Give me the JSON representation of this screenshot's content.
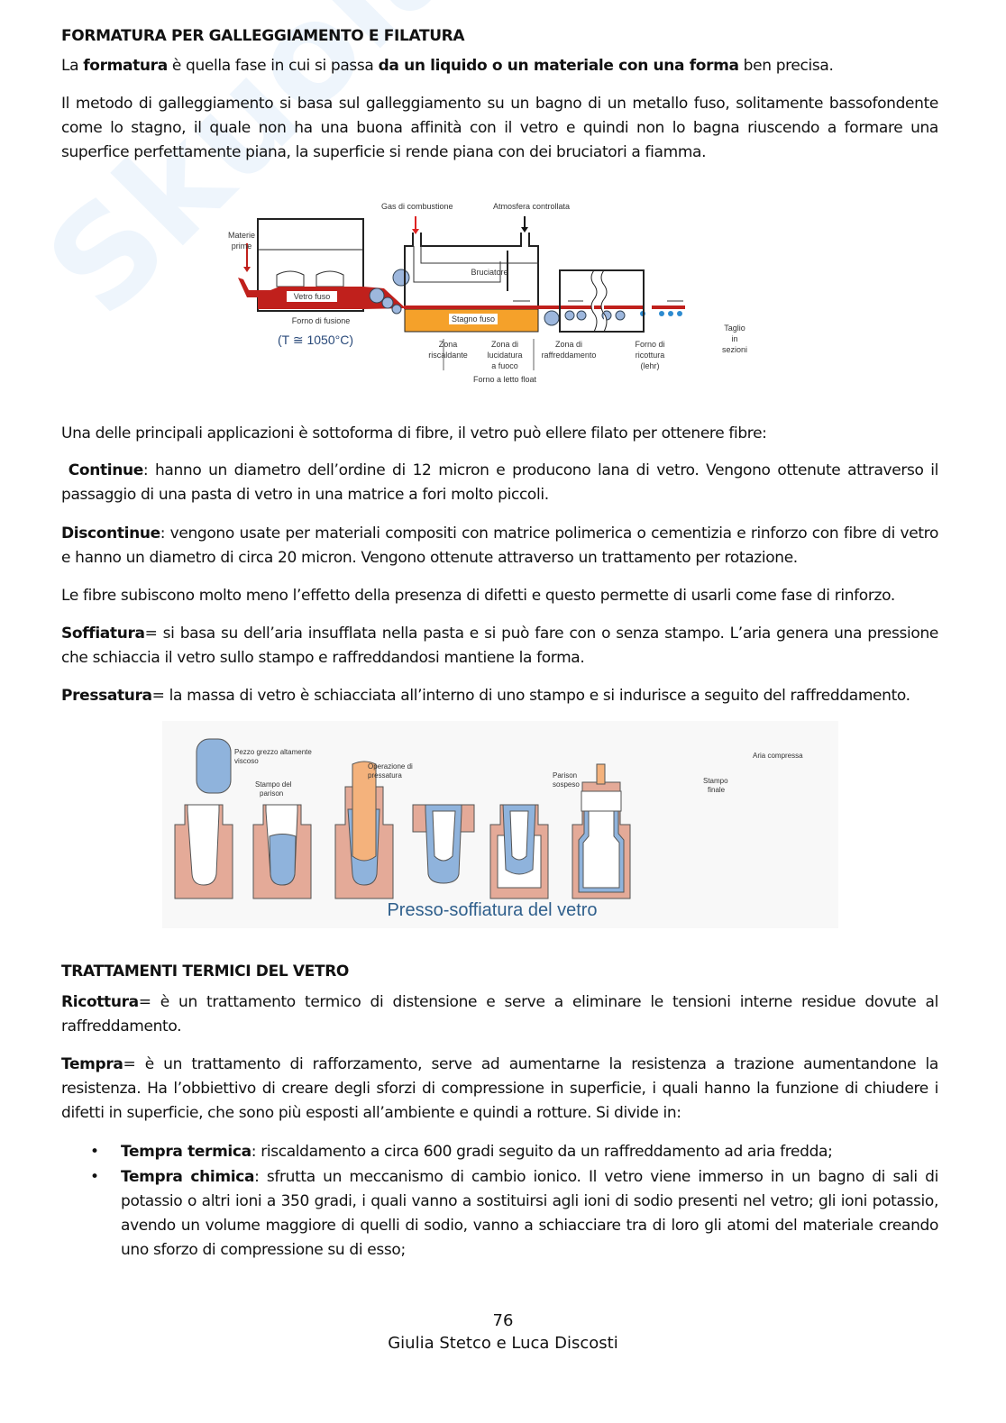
{
  "watermark": "Skuola.net",
  "section1": {
    "heading": "FORMATURA PER GALLEGGIAMENTO E FILATURA",
    "p1": [
      "La ",
      "formatura",
      " è quella fase in cui si passa ",
      "da un liquido o un materiale con una forma",
      " ben precisa."
    ],
    "p2": "Il metodo di galleggiamento si basa sul galleggiamento su un bagno di un metallo fuso, solitamente bassofondente come lo stagno, il quale non ha una buona affinità con il vetro e quindi non lo bagna riuscendo a formare una superfice perfettamente piana, la superficie si rende piana con dei bruciatori a fiamma."
  },
  "float_diagram": {
    "materie_prime": [
      "Materie",
      "prime"
    ],
    "gas": "Gas di combustione",
    "atmosfera": "Atmosfera controllata",
    "bruciatore": "Bruciatore",
    "vetro_fuso": "Vetro fuso",
    "stagno_fuso": "Stagno fuso",
    "forno_fusione": "Forno di fusione",
    "temperatura": "(T ≅ 1050°C)",
    "zona1": [
      "Zona",
      "riscaldante"
    ],
    "zona2": [
      "Zona di",
      "lucidatura",
      "a fuoco"
    ],
    "zona3": [
      "Zona di",
      "raffreddamento"
    ],
    "forno_float": "Forno a letto float",
    "ricottura": [
      "Forno di",
      "ricottura",
      "(lehr)"
    ],
    "taglio": [
      "Taglio",
      "in",
      "sezioni"
    ],
    "colors": {
      "glass": "#c0201c",
      "tin": "#f5a12a",
      "roller": "#9db7dd"
    }
  },
  "fibers": {
    "intro": "Una delle principali applicazioni è sottoforma di fibre, il vetro può ellere filato per ottenere fibre:",
    "continue_label": "Continue",
    "continue_text": ": hanno un diametro dell’ordine di 12 micron e producono lana di vetro. Vengono ottenute attraverso il passaggio di una pasta di vetro in una matrice a fori molto piccoli.",
    "discontinue_label": "Discontinue",
    "discontinue_text": ": vengono usate per materiali compositi con matrice polimerica o cementizia e rinforzo con fibre di vetro e hanno un diametro di circa 20 micron. Vengono ottenute attraverso un trattamento per rotazione.",
    "defects": "Le fibre subiscono molto meno l’effetto della presenza di difetti e questo permette di usarli come fase di rinforzo.",
    "soffiatura_label": "Soffiatura",
    "soffiatura_text": "= si basa su dell’aria insufflata nella pasta e si può fare con o senza stampo. L’aria genera una pressione che schiaccia il vetro sullo stampo e raffreddandosi mantiene la forma.",
    "pressatura_label": "Pressatura",
    "pressatura_text": "= la massa di vetro è schiacciata all’interno di uno stampo e si indurisce a seguito del raffreddamento."
  },
  "press_diagram": {
    "pezzo": [
      "Pezzo grezzo altamente",
      "viscoso"
    ],
    "stampo_parison": [
      "Stampo del",
      "parison"
    ],
    "operazione": [
      "Operazione di",
      "pressatura"
    ],
    "parison_sospeso": [
      "Parison",
      "sospeso"
    ],
    "stampo_finale": [
      "Stampo",
      "finale"
    ],
    "aria": "Aria compressa",
    "caption": "Presso-soffiatura del vetro",
    "colors": {
      "mold": "#e4aa98",
      "glass": "#8fb3dc",
      "plunger": "#f4b27c",
      "caption": "#2f5f8c"
    }
  },
  "section2": {
    "heading": "TRATTAMENTI TERMICI DEL VETRO",
    "ricottura_label": "Ricottura",
    "ricottura_text": "= è un trattamento termico di distensione e serve a eliminare le tensioni interne residue dovute al raffreddamento.",
    "tempra_label": "Tempra",
    "tempra_text": "= è un trattamento di rafforzamento, serve ad aumentarne la resistenza a trazione aumentandone la resistenza. Ha l’obbiettivo di creare degli sforzi di compressione in superficie, i quali hanno la funzione di chiudere i difetti in superficie, che sono più esposti all’ambiente e quindi a rotture. Si divide in:",
    "bullets": [
      {
        "label": "Tempra termica",
        "text": ": riscaldamento a circa 600 gradi seguito da un raffreddamento ad aria fredda;"
      },
      {
        "label": "Tempra chimica",
        "text": ": sfrutta un meccanismo di cambio ionico. Il vetro viene immerso in un bagno di sali di potassio o altri ioni a 350 gradi, i quali vanno a sostituirsi agli ioni di sodio presenti nel vetro; gli ioni potassio, avendo un volume maggiore di quelli di sodio, vanno a schiacciare tra di loro gli atomi del materiale creando uno sforzo di compressione su di esso;"
      }
    ]
  },
  "footer": {
    "page_number": "76",
    "authors": "Giulia Stetco e Luca Discosti"
  }
}
